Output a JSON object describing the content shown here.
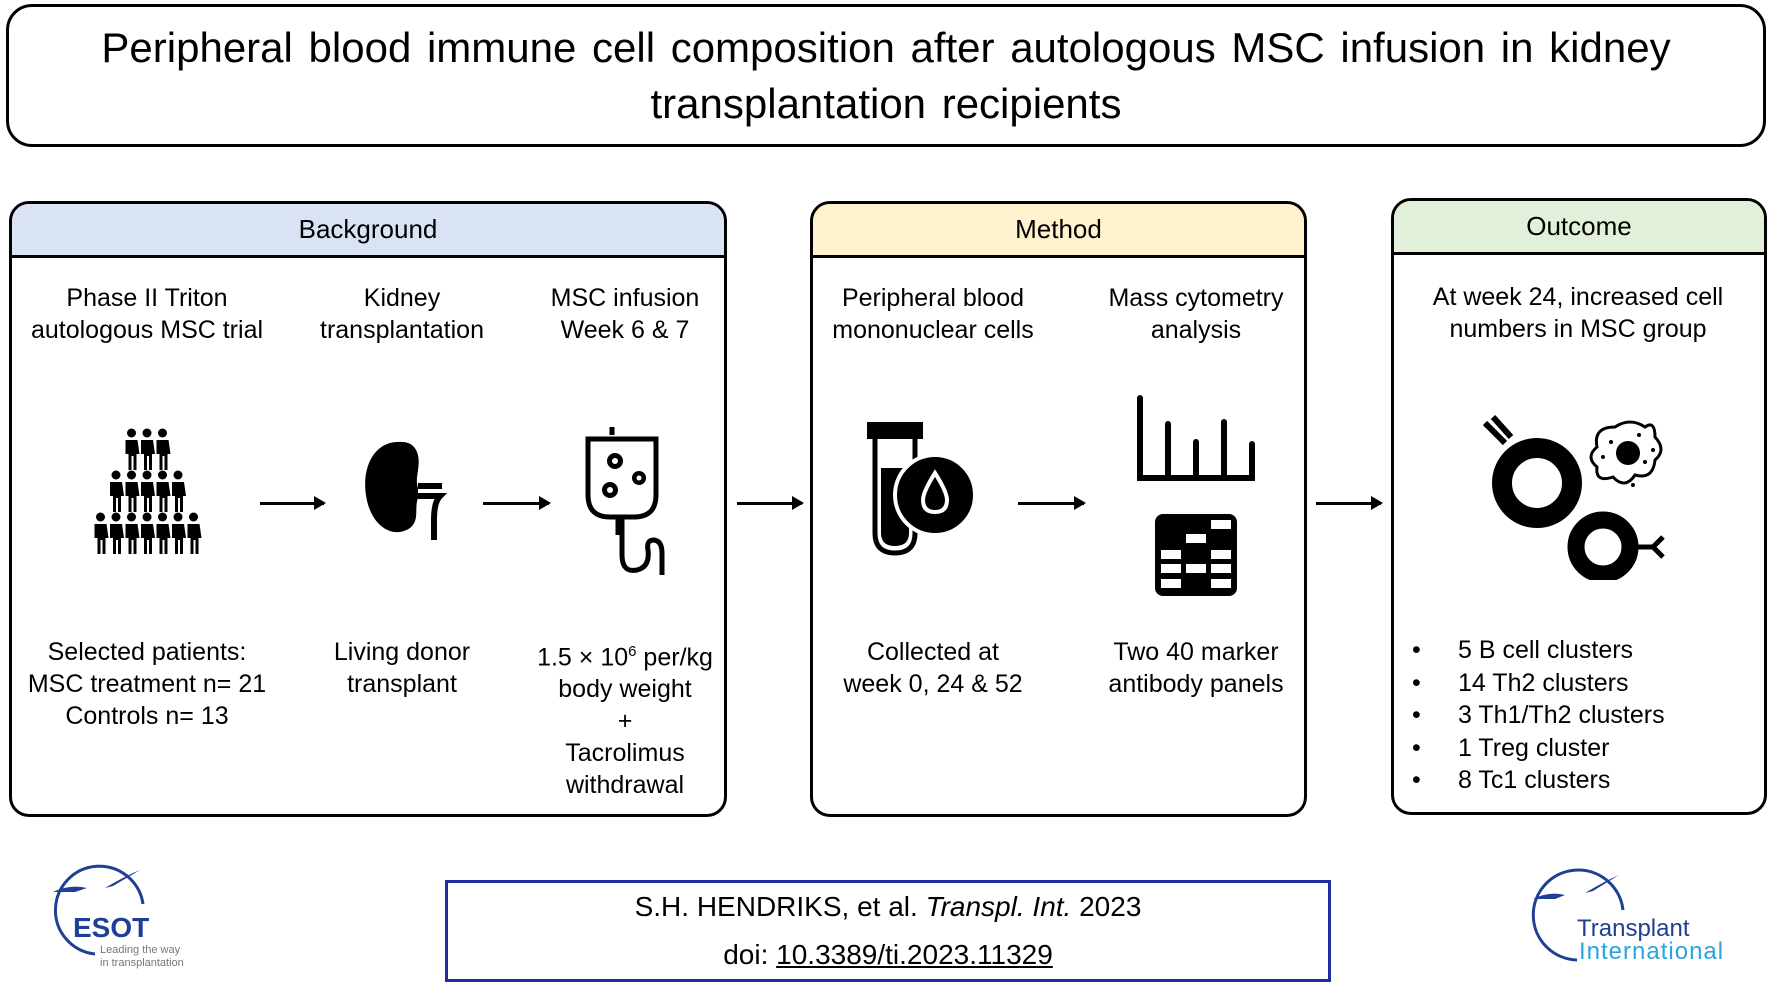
{
  "title": {
    "line1": "Peripheral blood immune cell composition after autologous MSC infusion in kidney",
    "line2": "transplantation recipients"
  },
  "panels": {
    "background": {
      "header": "Background",
      "header_color": "#dae3f3",
      "columns": [
        {
          "top": [
            "Phase II Triton",
            "autologous MSC trial"
          ],
          "icon": "people-group-icon",
          "bottom": [
            "Selected patients:",
            "MSC treatment n= 21",
            "Controls n= 13"
          ]
        },
        {
          "top": [
            "Kidney",
            "transplantation"
          ],
          "icon": "kidney-icon",
          "bottom": [
            "Living donor",
            "transplant"
          ]
        },
        {
          "top": [
            "MSC infusion",
            "Week 6 & 7"
          ],
          "icon": "iv-bag-icon",
          "bottom": [
            "1.5 × 10",
            "6",
            " per/kg",
            "body weight",
            "+",
            "Tacrolimus",
            "withdrawal"
          ]
        }
      ]
    },
    "method": {
      "header": "Method",
      "header_color": "#fff2cc",
      "columns": [
        {
          "top": [
            "Peripheral blood",
            "mononuclear cells"
          ],
          "icon": "blood-tube-icon",
          "bottom": [
            "Collected at",
            "week 0, 24 & 52"
          ]
        },
        {
          "top": [
            "Mass cytometry",
            "analysis"
          ],
          "icon": "histogram-heatmap-icon",
          "bottom": [
            "Two 40 marker",
            "antibody panels"
          ]
        }
      ]
    },
    "outcome": {
      "header": "Outcome",
      "header_color": "#e2f0d9",
      "top": [
        "At week 24, increased cell",
        "numbers in MSC group"
      ],
      "icon": "immune-cells-icon",
      "bullets": [
        "5 B cell clusters",
        "14 Th2 clusters",
        "3 Th1/Th2 clusters",
        "1 Treg cluster",
        "8 Tc1 clusters"
      ]
    }
  },
  "citation": {
    "authors": "S.H. HENDRIKS, et al.",
    "journal": "Transpl. Int.",
    "year": "2023",
    "doi_label": "doi:",
    "doi": "10.3389/ti.2023.11329",
    "border_color": "#1f2e9e"
  },
  "logos": {
    "esot": {
      "name": "ESOT",
      "tagline": [
        "Leading the way",
        "in transplantation"
      ]
    },
    "ti": {
      "line1": "Transplant",
      "line2": "International"
    }
  }
}
